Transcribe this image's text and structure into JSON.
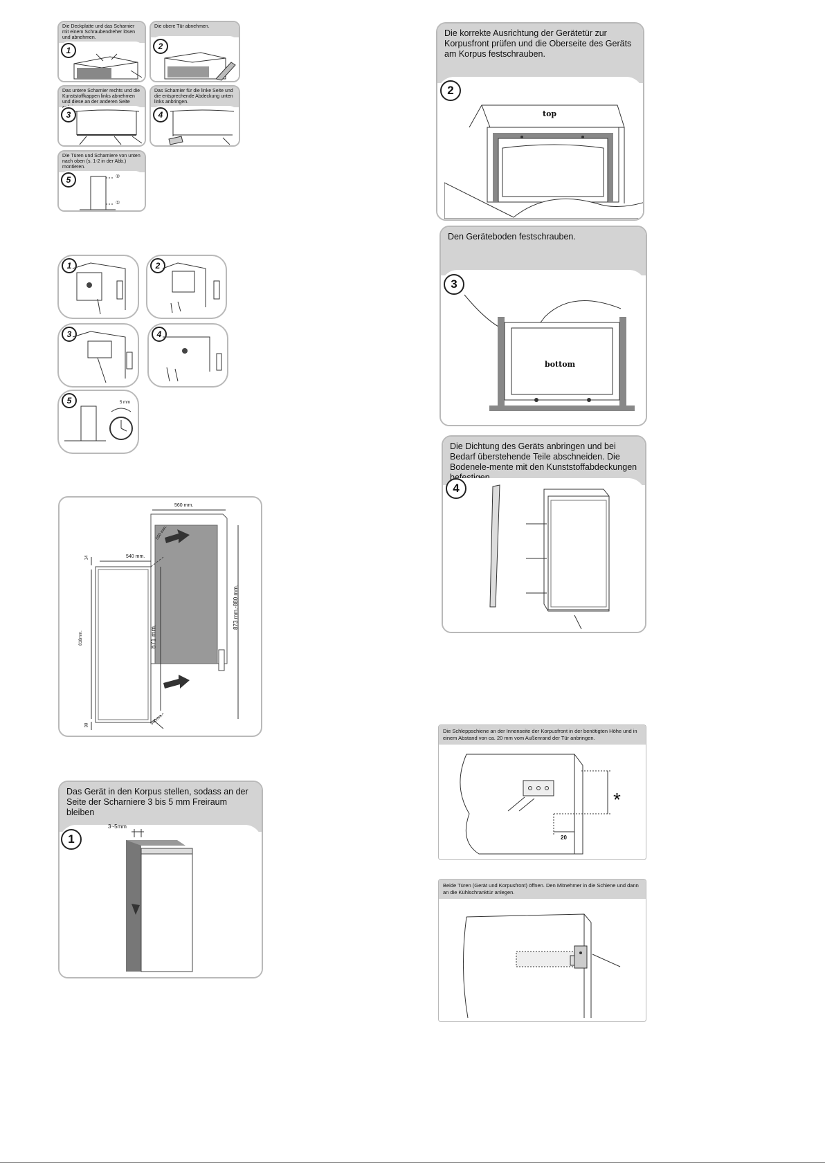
{
  "door_reversal": {
    "step1": {
      "number": "1",
      "text": "Die Deckplatte und das Scharnier mit einem Schraubendreher lösen und abnehmen."
    },
    "step2": {
      "number": "2",
      "text": "Die obere Tür abnehmen."
    },
    "step3": {
      "number": "3",
      "text": "Das untere Scharnier rechts und die Kunststoffkappen links abnehmen und diese an der anderen Seite anbringen."
    },
    "step4": {
      "number": "4",
      "text": "Das Scharnier für die linke Seite und die entsprechende Abdeckung unten links anbringen."
    },
    "step5": {
      "number": "5",
      "text": "Die Türen und Scharniere von unten nach oben (s. 1-2 in der Abb.) montieren.",
      "marks": [
        "②",
        "①"
      ]
    }
  },
  "handle_steps": {
    "numbers": [
      "1",
      "2",
      "3",
      "4",
      "5"
    ],
    "clock_label": "5 mm"
  },
  "dimensions": {
    "width_top": "560 mm.",
    "width_door": "540 mm.",
    "depth_top": "550 mm.",
    "depth_bottom": "540mm.",
    "gap_top": "14",
    "gap_bottom": "38",
    "height_appliance": "871 mm.",
    "height_niche": "873 mm.-880 mm.",
    "height_door": "818mm."
  },
  "install": {
    "step1": {
      "number": "1",
      "text": "Das Gerät in den Korpus stellen, sodass an der Seite der Scharniere 3 bis 5 mm Freiraum bleiben",
      "gap_label": "3~5mm"
    },
    "step2": {
      "number": "2",
      "text": "Die korrekte Ausrichtung der Gerätetür zur Korpusfront prüfen und die Oberseite des Geräts am Korpus festschrauben.",
      "label": "top"
    },
    "step3": {
      "number": "3",
      "text": "Den Geräteboden festschrauben.",
      "label": "bottom"
    },
    "step4": {
      "number": "4",
      "text": "Die Dichtung des Geräts anbringen und bei Bedarf überstehende Teile abschneiden. Die Bodenele-mente mit den Kunststoffabdeckungen befestigen."
    }
  },
  "rail": {
    "step1": {
      "text": "Die Schleppschiene an der Innenseite der Korpusfront in der benötigten Höhe und in einem Abstand von ca. 20 mm vom Außenrand der Tür anbringen.",
      "star": "*",
      "dim": "20"
    },
    "step2": {
      "text": "Beide Türen (Gerät und Korpusfront) öffnen. Den Mitnehmer in die Schiene und dann an die Kühlschranktür anlegen."
    }
  }
}
